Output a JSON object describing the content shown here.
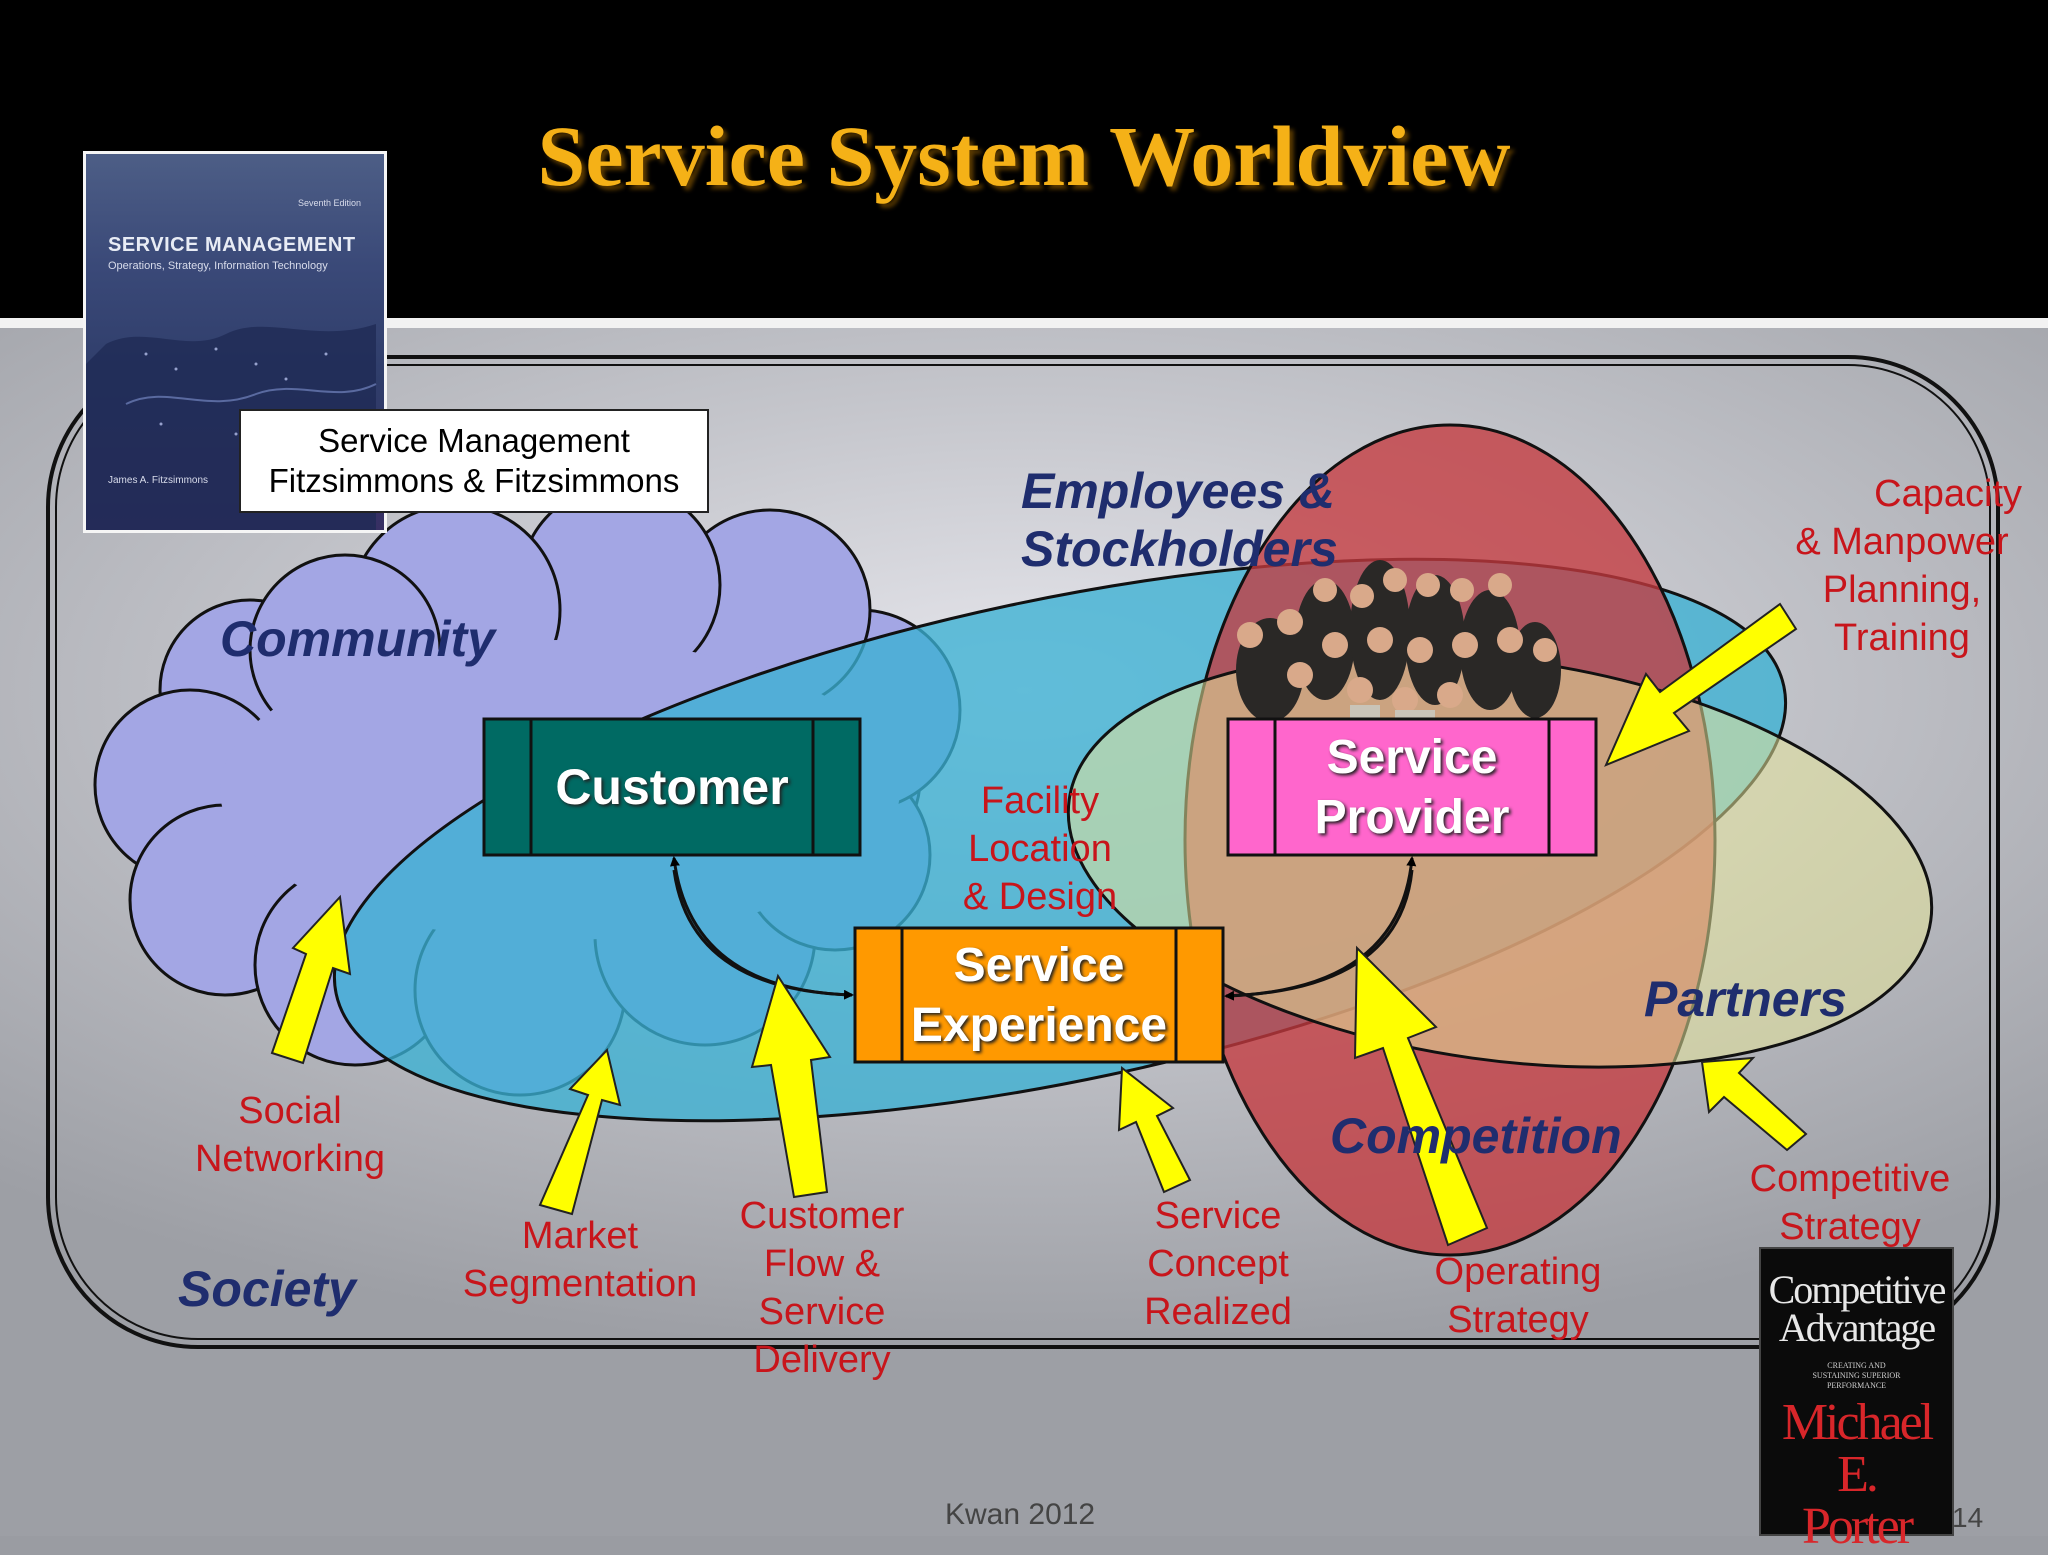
{
  "slide": {
    "title": "Service System Worldview",
    "footer": "Kwan  2012",
    "page_number": "14"
  },
  "reference": {
    "line1": "Service Management",
    "line2": "Fitzsimmons & Fitzsimmons"
  },
  "book_service_management": {
    "edition": "Seventh Edition",
    "title": "SERVICE MANAGEMENT",
    "subtitle": "Operations, Strategy, Information Technology",
    "author": "James A. Fitzsimmons"
  },
  "book_competitive_advantage": {
    "title_line1": "Competitive",
    "title_line2": "Advantage",
    "subtitle_line1": "CREATING AND",
    "subtitle_line2": "SUSTAINING SUPERIOR",
    "subtitle_line3": "PERFORMANCE",
    "author_line1": "Michael E.",
    "author_line2": "Porter"
  },
  "regions": {
    "community": "Community",
    "society": "Society",
    "employees_line1": "Employees &",
    "employees_line2": "Stockholders",
    "partners": "Partners",
    "competition": "Competition"
  },
  "boxes": {
    "customer": "Customer",
    "service_provider_line1": "Service",
    "service_provider_line2": "Provider",
    "service_experience_line1": "Service",
    "service_experience_line2": "Experience"
  },
  "labels": {
    "facility_line1": "Facility",
    "facility_line2": "Location",
    "facility_line3": "& Design",
    "capacity_line1": "Capacity",
    "capacity_line2": "& Manpower",
    "capacity_line3": "Planning,",
    "capacity_line4": "Training",
    "social_line1": "Social",
    "social_line2": "Networking",
    "market_line1": "Market",
    "market_line2": "Segmentation",
    "flow_line1": "Customer",
    "flow_line2": "Flow &",
    "flow_line3": "Service",
    "flow_line4": "Delivery",
    "concept_line1": "Service",
    "concept_line2": "Concept",
    "concept_line3": "Realized",
    "operating_line1": "Operating",
    "operating_line2": "Strategy",
    "competitive_line1": "Competitive",
    "competitive_line2": "Strategy"
  },
  "colors": {
    "title": "#f5b117",
    "label_red": "#c8151b",
    "label_navy": "#1f2d6e",
    "cloud": "#a3a6e4",
    "center_ellipse": "#3bb1d4",
    "competition": "#c43a3f",
    "partners": "#d9e09a",
    "customer_box": "#006a63",
    "provider_box": "#ff66cc",
    "experience_box": "#ff9900",
    "arrow": "#ffff00"
  }
}
